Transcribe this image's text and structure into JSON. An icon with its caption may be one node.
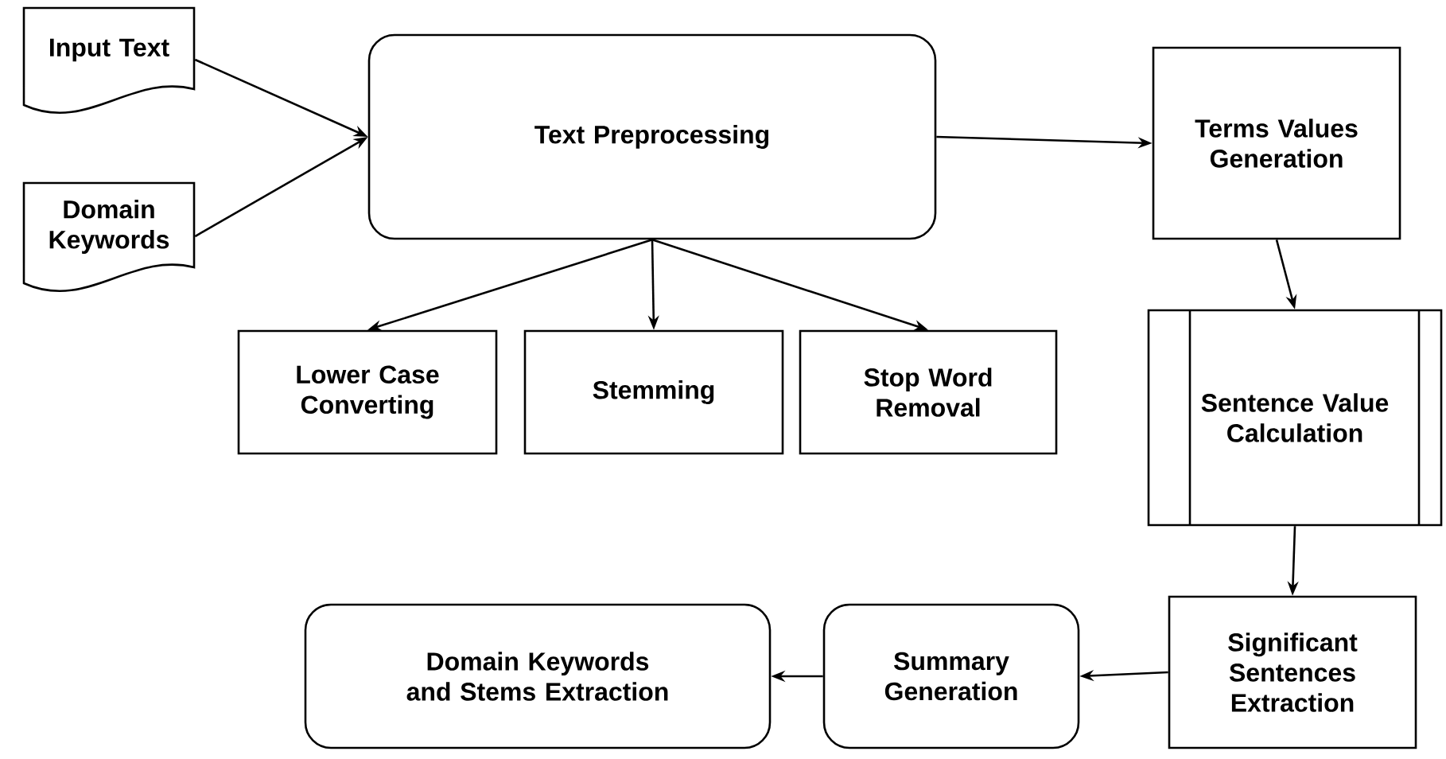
{
  "diagram": {
    "nodes": [
      {
        "text": [
          "Input Text"
        ]
      },
      {
        "text": [
          "Domain Keywords"
        ]
      },
      {
        "text": [
          "Text Preprocessing"
        ]
      },
      {
        "text": [
          "Lower Case Converting"
        ]
      },
      {
        "text": [
          "Stemming"
        ]
      },
      {
        "text": [
          "Stop Word Removal"
        ]
      },
      {
        "text": [
          "Terms Values Generation"
        ]
      },
      {
        "text": [
          "Sentence Value Calculation"
        ]
      },
      {
        "text": [
          "Significant Sentences Extraction"
        ]
      },
      {
        "text": [
          "Summary Generation"
        ]
      },
      {
        "text": [
          "Domain Keywords and Stems Extraction"
        ]
      }
    ],
    "edges": [
      {
        "from": 0,
        "to": 2,
        "arrow": "to"
      },
      {
        "from": 1,
        "to": 2,
        "arrow": "to"
      },
      {
        "from": 2,
        "to": 6,
        "arrow": "to"
      },
      {
        "from": 2,
        "to": 3,
        "arrow": "to"
      },
      {
        "from": 2,
        "to": 4,
        "arrow": "to"
      },
      {
        "from": 2,
        "to": 5,
        "arrow": "to"
      },
      {
        "from": 6,
        "to": 7,
        "arrow": "to"
      },
      {
        "from": 7,
        "to": 8,
        "arrow": "to"
      },
      {
        "from": 8,
        "to": 9,
        "arrow": "to"
      },
      {
        "from": 9,
        "to": 10,
        "arrow": "to"
      }
    ]
  }
}
